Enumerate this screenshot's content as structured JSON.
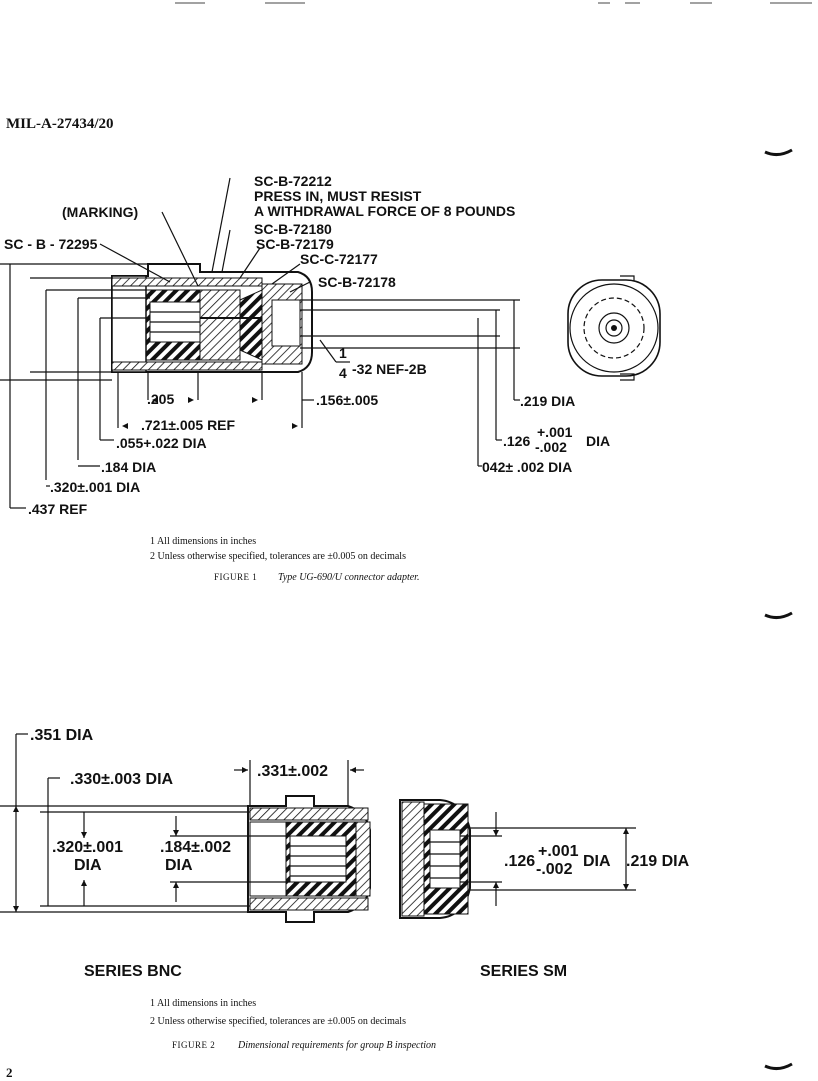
{
  "document_id": "MIL-A-27434/20",
  "page_number": "2",
  "figure1": {
    "part_labels": {
      "press_in_part": "SC-B-72212",
      "press_in_note_1": "PRESS IN, MUST RESIST",
      "press_in_note_2": "A WITHDRAWAL FORCE OF 8 POUNDS",
      "marking": "(MARKING)",
      "left_part": "SC - B - 72295",
      "part_72180": "SC-B-72180",
      "part_72179": "SC-B-72179",
      "part_72177": "SC-C-72177",
      "part_72178": "SC-B-72178"
    },
    "thread_num": "1",
    "thread_den": "4",
    "thread_spec": "-32 NEF-2B",
    "dimensions": {
      "d_205": ".205",
      "d_156": ".156±.005",
      "d_219": ".219 DIA",
      "d_721": ".721±.005 REF",
      "d_055": ".055+.022 DIA",
      "d_126_base": ".126",
      "d_126_plus": "+.001",
      "d_126_minus": "-.002",
      "d_126_dia": "DIA",
      "d_184": ".184 DIA",
      "d_042": "042± .002 DIA",
      "d_320": ".320±.001 DIA",
      "d_437": ".437 REF"
    },
    "notes": [
      "1   All dimensions in inches",
      "2   Unless otherwise specified, tolerances are ±0.005 on decimals"
    ],
    "caption_label": "FIGURE 1",
    "caption_text": "Type UG-690/U connector adapter."
  },
  "figure2": {
    "dimensions": {
      "d_351": ".351 DIA",
      "d_330": ".330±.003 DIA",
      "d_331": ".331±.002",
      "d_320_line1": ".320±.001",
      "d_320_line2": "DIA",
      "d_184_line1": ".184±.002",
      "d_184_line2": "DIA",
      "d_126_base": ".126",
      "d_126_plus": "+.001",
      "d_126_minus": "-.002",
      "d_126_dia": "DIA",
      "d_219": ".219 DIA"
    },
    "series_bnc": "SERIES BNC",
    "series_sm": "SERIES SM",
    "notes": [
      "1   All dimensions in inches",
      "2   Unless otherwise specified, tolerances are ±0.005 on decimals"
    ],
    "caption_label": "FIGURE 2",
    "caption_text": "Dimensional requirements for group B inspection"
  }
}
